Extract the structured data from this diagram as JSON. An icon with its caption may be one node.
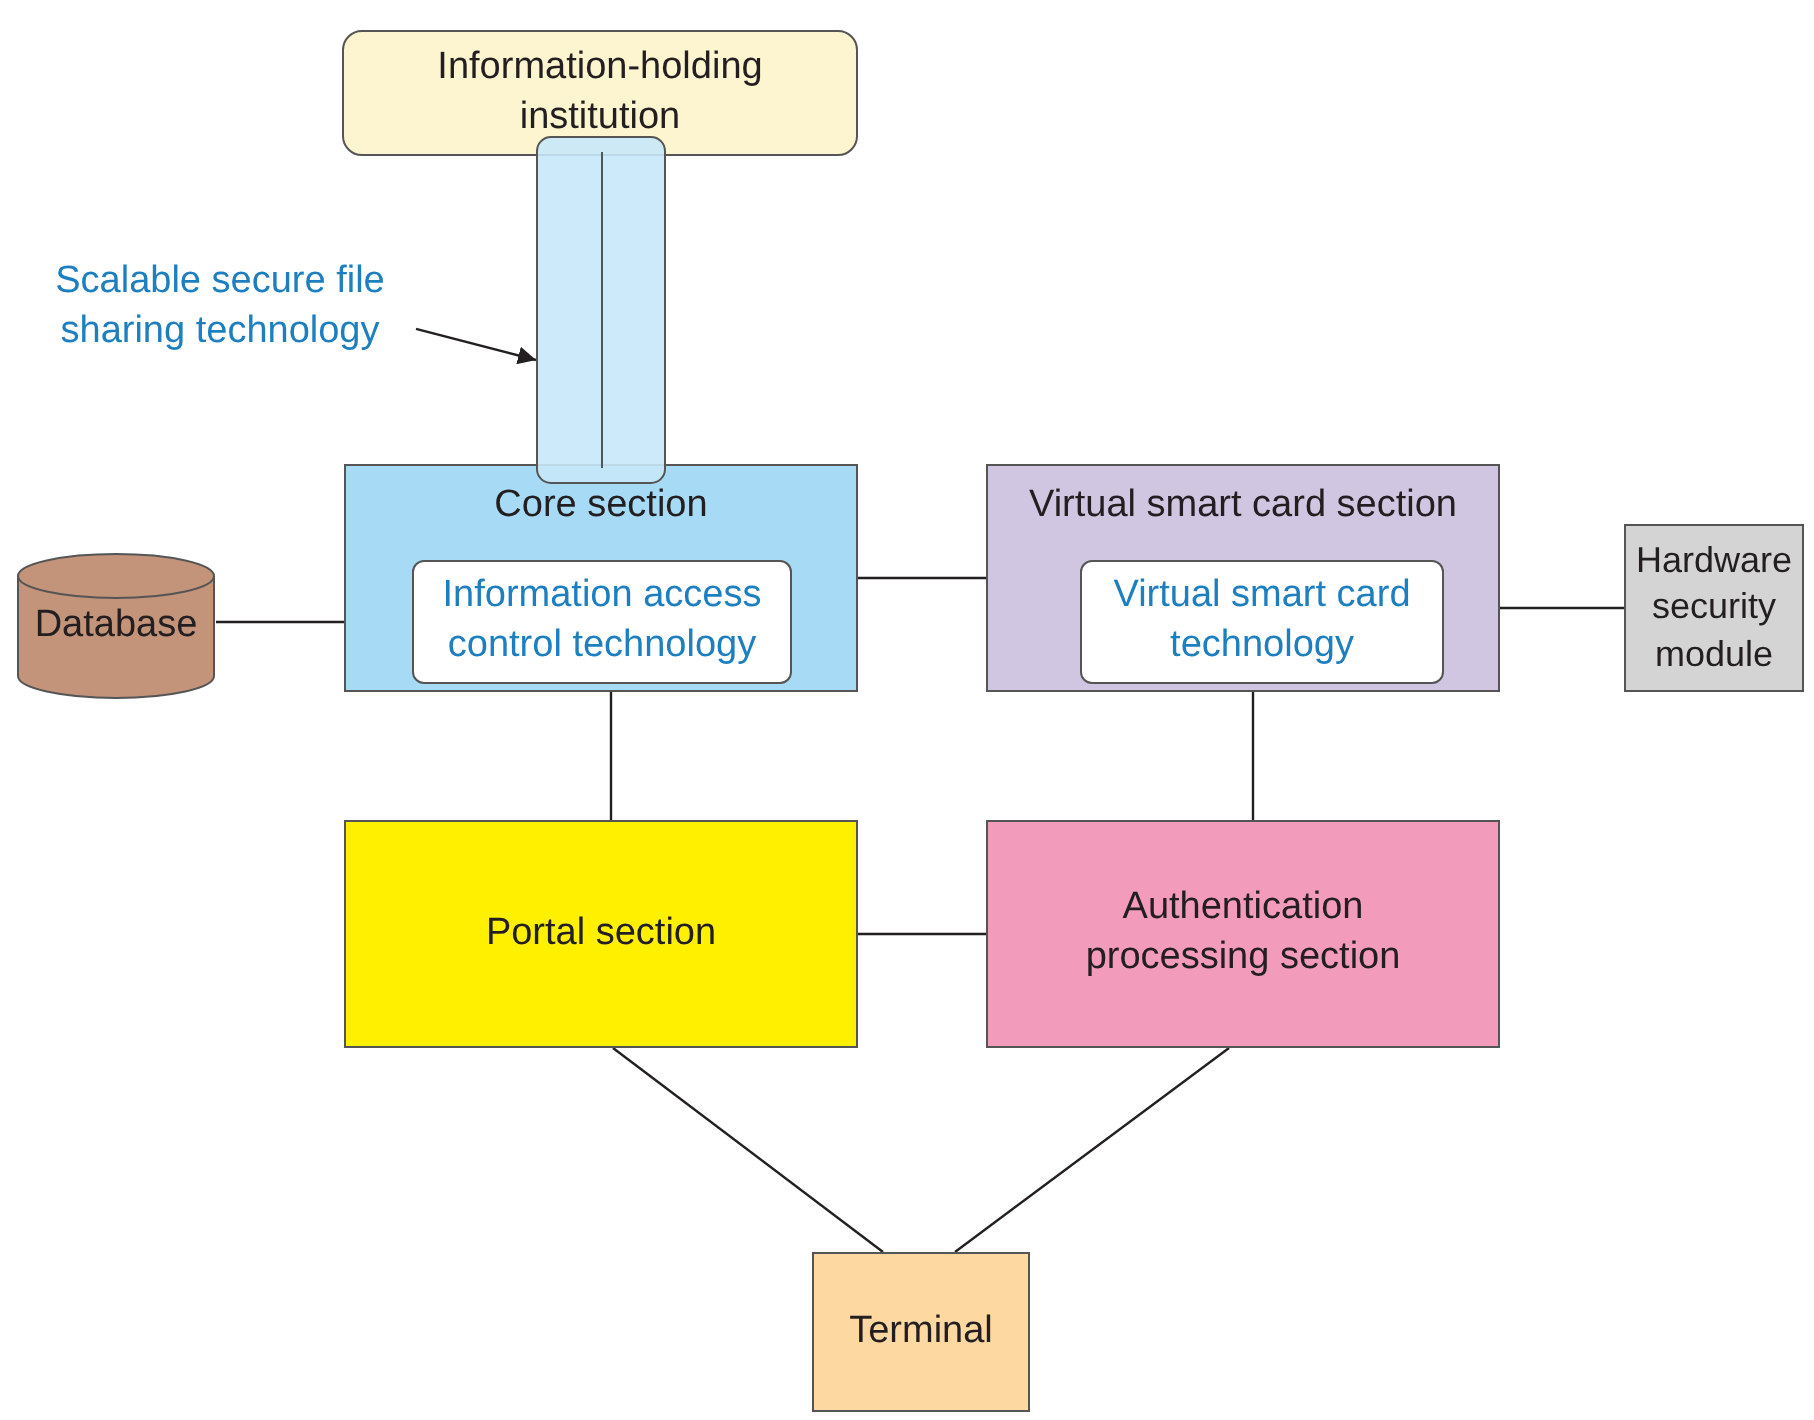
{
  "diagram": {
    "nodes": [
      {
        "text": [
          "Information-holding institution"
        ]
      },
      {
        "text": [],
        "shape": "bar"
      },
      {
        "text": [
          "Scalable secure file sharing technology"
        ]
      },
      {
        "text": [
          "Database"
        ]
      },
      {
        "text": [
          "Core section"
        ]
      },
      {
        "text": [
          "Information access control technology"
        ],
        "in": 4
      },
      {
        "text": [
          "Virtual smart card section"
        ]
      },
      {
        "text": [
          "Virtual smart card technology"
        ],
        "in": 6
      },
      {
        "text": [
          "Hardware security module"
        ]
      },
      {
        "text": [
          "Portal section"
        ]
      },
      {
        "text": [
          "Authentication processing section"
        ]
      },
      {
        "text": [
          "Terminal"
        ]
      }
    ],
    "edges": [
      {
        "from": 2,
        "to": 1,
        "arrow": "to"
      },
      {
        "from": 3,
        "to": 4,
        "arrow": "none"
      },
      {
        "from": 4,
        "to": 6,
        "arrow": "none"
      },
      {
        "from": 6,
        "to": 8,
        "arrow": "none"
      },
      {
        "from": 4,
        "to": 9,
        "arrow": "none"
      },
      {
        "from": 6,
        "to": 10,
        "arrow": "none"
      },
      {
        "from": 9,
        "to": 10,
        "arrow": "none"
      },
      {
        "from": 9,
        "to": 11,
        "arrow": "none"
      },
      {
        "from": 10,
        "to": 11,
        "arrow": "none"
      }
    ]
  }
}
